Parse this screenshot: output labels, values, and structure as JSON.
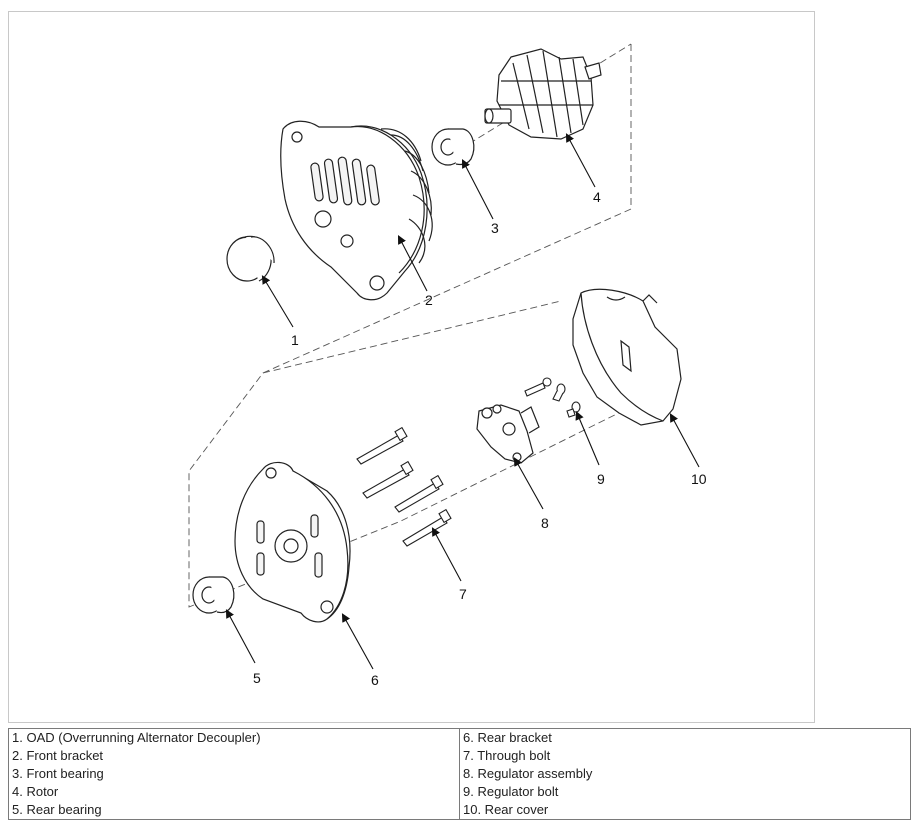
{
  "callouts": [
    "1",
    "2",
    "3",
    "4",
    "5",
    "6",
    "7",
    "8",
    "9",
    "10"
  ],
  "legend": {
    "left": [
      "1. OAD (Overrunning Alternator Decoupler)",
      "2. Front bracket",
      "3. Front bearing",
      "4. Rotor",
      "5. Rear bearing"
    ],
    "right": [
      "6. Rear bracket",
      "7. Through bolt",
      "8. Regulator assembly",
      "9. Regulator bolt",
      "10. Rear cover"
    ]
  }
}
